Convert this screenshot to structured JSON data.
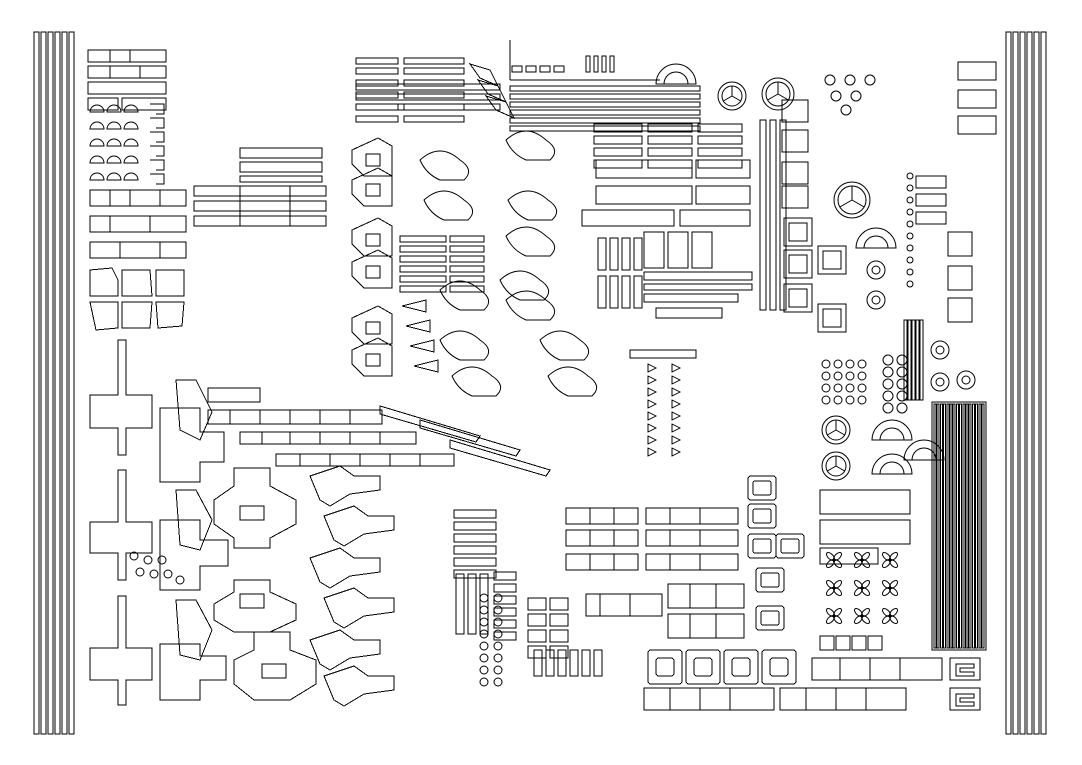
{
  "sheet": {
    "title": "",
    "background": "#ffffff",
    "line_color": "#000000",
    "description_visible": false
  },
  "frame": {
    "left_stripe_count": 6,
    "right_stripe_count": 6
  },
  "groups": {
    "bars_grid": {
      "count": 1
    },
    "round_parts": {
      "count": 1
    },
    "arrow_parts": {
      "count": 1
    },
    "ladder_strip": {
      "stripe_count": 16
    }
  }
}
